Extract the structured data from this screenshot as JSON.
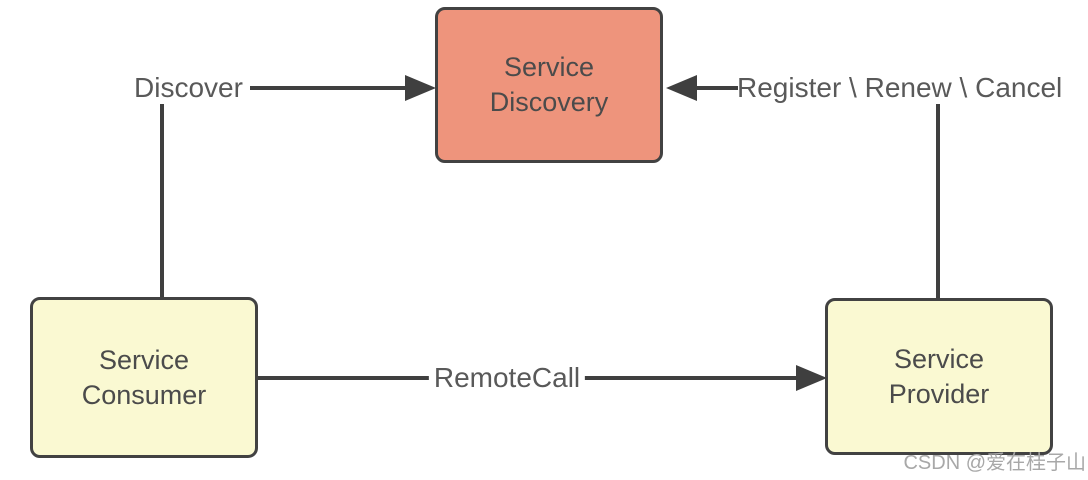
{
  "diagram": {
    "nodes": {
      "service_discovery": {
        "label": "Service\nDiscovery",
        "fill": "#EE947C"
      },
      "service_consumer": {
        "label": "Service\nConsumer",
        "fill": "#FAF9D2"
      },
      "service_provider": {
        "label": "Service\nProvider",
        "fill": "#FAF9D2"
      }
    },
    "edges": {
      "discover": {
        "label": "Discover",
        "from": "service_consumer",
        "to": "service_discovery",
        "arrow_direction": "into-service-discovery-left-side"
      },
      "register": {
        "label": "Register \\ Renew \\ Cancel",
        "from": "service_provider",
        "to": "service_discovery",
        "arrow_direction": "into-service-discovery-right-side"
      },
      "remote_call": {
        "label": "RemoteCall",
        "from": "service_consumer",
        "to": "service_provider",
        "arrow_direction": "into-service-provider-left-side"
      }
    },
    "colors": {
      "line": "#3F3F3F",
      "node_border": "#424242",
      "node_text": "#4B4B4B",
      "edge_label_text": "#595959",
      "discovery_fill": "#EE947C",
      "consumer_provider_fill": "#FAF9D2",
      "background": "#FFFFFF",
      "watermark_text_color": "#A8A8A8"
    }
  },
  "watermark": {
    "text": "CSDN @爱在桂子山"
  }
}
